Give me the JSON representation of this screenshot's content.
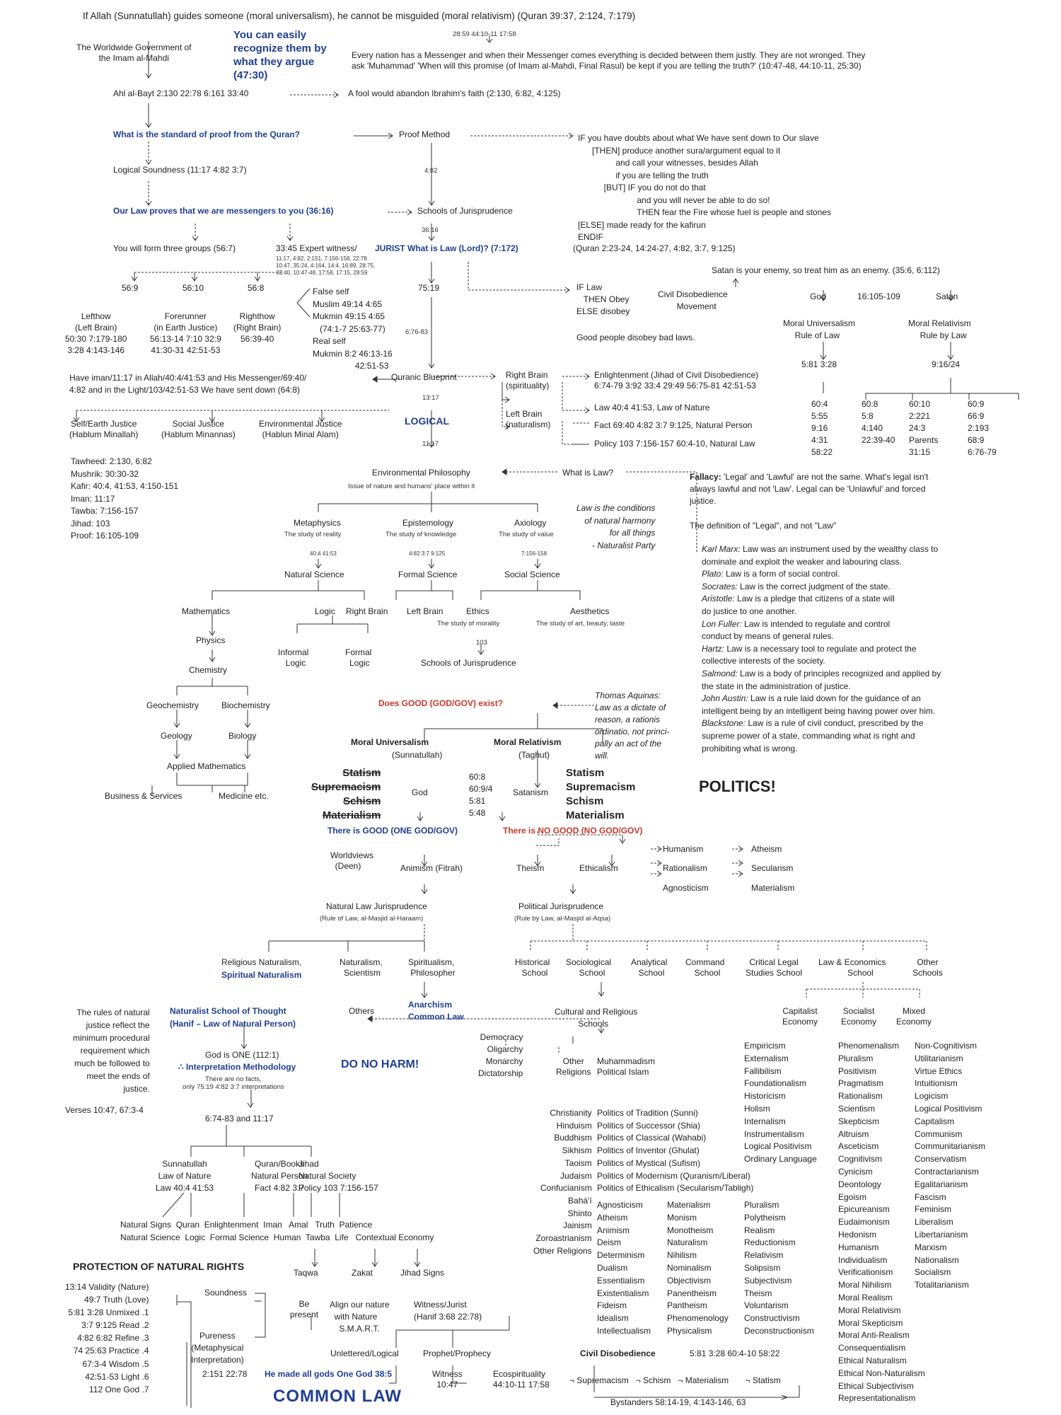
{
  "top": {
    "header": "If Allah (Sunnatullah) guides someone (moral universalism), he cannot be misguided (moral relativism) (Quran 39:37, 2:124, 7:179)",
    "gov": "The Worldwide Government of\nthe Imam al-Mahdi",
    "recognize": "You can easily\nrecognize them by\nwhat they argue\n(47:30)",
    "refs_small": "28:59 44:10-11 17:58",
    "messenger": "Every nation has a Messenger and when their Messenger comes everything is decided between them justly. They are not wronged. They\nask 'Muhammad' 'When will this promise (of Imam al-Mahdi, Final Rasul) be kept if you are telling the truth?' (10:47-48, 44:10-11, 25:30)",
    "ahl": "Ahl al-Bayt 2:130 22:78 6:161 33:40",
    "fool": "A fool would abandon Ibrahim's faith (2:130, 6:82, 4:125)",
    "standard": "What is the standard of proof from the Quran?",
    "proof": "Proof Method",
    "ifblock": "IF you have doubts about what We have sent down to Our slave\n      [THEN] produce another sura/argument equal to it\n                and call your witnesses, besides Allah\n                if you are telling the truth\n           [BUT] IF you do not do that\n                         and you will never be able to do so!\n                         THEN fear the Fire whose fuel is people and stones\n[ELSE] made ready for the kafirun\nENDIF",
    "logical": "Logical Soundness (11:17 4:82 3:7)",
    "r482": "4:82",
    "ourlaw": "Our Law proves that we are messengers to you (36:16)",
    "schools": "Schools of Jurisprudence",
    "r3616": "36:16",
    "groups": "You will form three groups (56:7)",
    "expert": "33:45 Expert witness/",
    "jurist": "JURIST What is Law (Lord)? (7:172)",
    "quran_refs": "(Quran 2:23-24, 14:24-27, 4:82, 3:7, 9:125)",
    "small_refs": "11:17, 4:82, 2:151, 7:156-158, 22:78\n10:47, 35:24, 4:164, 14:4, 16:89, 28:75,\n33:40, 10:47-48, 17:58, 17:15, 28:59",
    "satan": "Satan is your enemy, so treat him as an enemy. (35:6, 6:112)"
  },
  "left": {
    "g569": "56:9",
    "g5610": "56:10",
    "g568": "56:8",
    "lefthow": "Lefthow\n(Left Brain)\n50:30 7:179-180\n3:28 4:143-146",
    "forerunner": "Forerunner\n(in Earth Justice)\n56:13-14 7:10 32:9\n41:30-31 42:51-53",
    "righthow": "Righthow\n(Right Brain)\n56:39-40",
    "falseself": "False self\nMuslim 49:14 4:65\nMukmin 49:15 4:65\n   (74:1-7 25:63-77)\nReal self\nMukmin 8:2 46:13-16\n                  42:51-53",
    "r676": "6:76-83",
    "r7519": "75:19",
    "haveiman": "Have iman/11:17 in Allah/40:4/41:53 and His Messenger/69:40/\n4:82 and in the Light/103/42:51-53 We have sent down (64:8)",
    "blueprint": "Quranic Blueprint",
    "r1317": "13:17",
    "logicalword": "LOGICAL",
    "r1117": "11:17",
    "self": "Self/Earth Justice\n(Hablum Minallah)",
    "social": "Social Justice\n(Hablum Minannas)",
    "env": "Environmental Justice\n(Hablun Minal Alam)",
    "tawheed": "Tawheed: 2:130, 6:82\nMushrik: 30:30-32\nKafir: 40:4, 41:53, 4:150-151\nIman: 11:17\nTawba: 7:156-157\nJihad: 103\nProof: 16:105-109"
  },
  "rightbrain": {
    "iflaw": "IF Law\n   THEN Obey\nELSE disobey",
    "civil": "Civil Disobedience\n        Movement",
    "good": "Good people disobey bad laws.",
    "rb": "Right Brain\n(spirituality)",
    "lb": "Left Brain\n(naturalism)",
    "enl": "Enlightenment (Jihad of Civil Disobedience)\n6:74-79 3:92 33:4 29:49 56:75-81 42:51-53",
    "law": "Law 40:4 41:53, Law of Nature",
    "fact": "Fact 69:40 4:82 3:7 9:125, Natural Person",
    "policy": "Policy 103 7:156-157 60:4-10, Natural Law",
    "god": "God",
    "ref16": "16:105-109",
    "satanw": "Satan",
    "moraluni": "Moral Universalism\n     Rule of Law",
    "moralrel": "Moral Relativism\n     Rule by Law",
    "r581": "5:81 3:28",
    "r916": "9:16/24",
    "col1": "60:4\n5:55\n9:16\n4:31\n58:22",
    "col2": "60:8\n5:8\n4:140\n22:39-40",
    "col3": "60:10\n2:221\n24:3\nParents\n31:15",
    "col4": "60:9\n66:9\n2:193\n68:9\n6:76-79"
  },
  "mid": {
    "envphil": "Environmental Philosophy",
    "issue": "Issue of nature and humans' place within it",
    "whatislaw": "What is Law?",
    "lawcond": "Law is the conditions\n   of natural harmony\n          for all things\n    - Naturalist Party",
    "meta": "Metaphysics",
    "metas": "The study of reality",
    "metar": "40:4 41:53",
    "epis": "Epistemology",
    "episs": "The study of knowledge",
    "episr": "4:82 3:7 9:125",
    "axio": "Axiology",
    "axios": "The study of value",
    "axior": "7:156-158",
    "ns": "Natural Science",
    "fs": "Formal Science",
    "ss": "Social Science",
    "math": "Mathematics",
    "logic": "Logic",
    "rbrain": "Right Brain",
    "lbrain": "Left Brain",
    "ethics": "Ethics",
    "ethicss": "The study of morality",
    "aesth": "Aesthetics",
    "aesths": "The study of art, beauty, taste",
    "physics": "Physics",
    "informal": "Informal\n  Logic",
    "formal": "Formal\n Logic",
    "r103": "103",
    "chem": "Chemistry",
    "sjur": "Schools of Jurisprudence",
    "geo": "Geochemistry",
    "bio": "Biochemistry",
    "geol": "Geology",
    "biol": "Biology",
    "applied": "Applied Mathematics",
    "biz": "Business & Services",
    "med": "Medicine etc.",
    "doesgood": "Does GOOD (GOD/GOV) exist?",
    "aquinas": "Thomas Aquinas:\nLaw as a dictate of\nreason, a rationis\nordinatio, not princi-\npally an act of the\nwill.",
    "mu": "Moral Universalism",
    "mus": "(Sunnatullah)",
    "mr": "Moral Relativism",
    "mrs": "(Taghut)",
    "st1": "Statism\nSupremacism\nSchism\nMaterialism",
    "godw": "God",
    "refs608": "60:8\n60:9/4\n5:81\n5:48",
    "satanism": "Satanism",
    "st2": "Statism\nSupremacism\nSchism\nMaterialism",
    "politics": "POLITICS!",
    "isgood": "There is GOOD (ONE GOD/GOV)",
    "nogood": "There is NO GOOD (NO GOD/GOV)",
    "worldviews": "Worldviews\n  (Deen)",
    "animism": "Animism (Fitrah)",
    "theism": "Theism",
    "ethicalism": "Ethicalism",
    "humanism": "Humanism",
    "rationalism": "Rationalism",
    "agnost": "Agnosticism",
    "atheism": "Atheism",
    "secular": "Secularism",
    "mater": "Materialism",
    "nlj": "Natural Law Jurisprudence",
    "nljs": "(Rule of Law, al-Masjid al-Haraam)",
    "pj": "Political Jurisprudence",
    "pjs": "(Rule by Law, al-Masjid al-Aqsa)",
    "relnat": "Religious Naturalism,",
    "spirnat": "Spiritual Naturalism",
    "natsci": "Naturalism,\n Scientism",
    "spirit": "Spiritualism,\n Philosopher",
    "hist": "Historical\n  School",
    "socio": "Sociological\n   School",
    "analy": "Analytical\n  School",
    "command": "Command\n  School",
    "critical": "Critical Legal\nStudies School",
    "lawecon": "Law & Economics\n       School",
    "other": "Other\nSchools",
    "anarchism": "Anarchism\nCommon Law",
    "cultural": "Cultural and Religious\n          Schools",
    "capital": "Capitalist\nEconomy",
    "socialist": "Socialist\nEconomy",
    "mixed": "Mixed\nEconomy"
  },
  "lower": {
    "rules": "The rules of natural\n justice reflect the\nminimum procedural\n requirement which\nmuch be followed to\nmeet the ends of\n          justice.",
    "nst": "Naturalist School of Thought",
    "hanif": "(Hanif – Law of Natural Person)",
    "others": "Others",
    "godone": "God is ONE (112:1)",
    "interp": "∴ Interpretation Methodology",
    "nofacts": "There are no facts,\nonly 75:19 4:82 3:7 interpretations",
    "donoharm": "DO NO HARM!",
    "verses": "Verses 10:47, 67:3-4",
    "r674": "6:74-83 and 11:17",
    "sunna": "Sunnatullah\nLaw of Nature\nLaw 40:4 41:53",
    "qbooks": "Quran/Books\nNatural Person\nFact 4:82 3:7",
    "jihad": "Jihad\nNatural Society\nPolicy 103 7:156-157",
    "signs": "Natural Signs  Quran  Enlightenment  Iman   Amal   Truth  Patience\nNatural Science  Logic  Formal Science  Human  Tawba  Life   Contextual Economy",
    "protection": "PROTECTION OF NATURAL RIGHTS",
    "rights": "13:14 Validity (Nature)\n49:7 Truth (Love)\n5:81 3:28 Unmixed .1\n3:7 9:125 Read .2\n4:82 6:82 Refine .3\n74 25:63 Practice .4\n67:3-4 Wisdom .5\n42:51-53 Light .6\n112 One God .7",
    "soundness": "Soundness",
    "pureness": "Pureness\n(Metaphysical\nInterpretation)",
    "r2151": "2:151 22:78",
    "madeall": "He made all gods One God 38:5",
    "commonlaw": "COMMON LAW",
    "taqwa": "Taqwa",
    "zakat": "Zakat",
    "jihadsigns": "Jihad Signs",
    "bepresent": "Be\npresent",
    "align": "Align our nature\n  with Nature\n    S.M.A.R.T.",
    "witness": "Witness/Jurist\n(Hanif 3:68 22:78)",
    "unlettered": "Unlettered/Logical",
    "prophet": "Prophet/Prophecy",
    "witness2": "Witness\n10:47",
    "ecospir": "Ecospirituality\n44:10-11 17:58"
  },
  "religion": {
    "democ": "Democracy\n  Oligarchy\n  Monarchy\nDictatorship",
    "otherrel": "Other\nReligions",
    "muham": "Muhammadism\nPolitical Islam",
    "faiths": "Christianity\n     Hinduism\n     Buddhism\n          Sikhism\n          Taoism\n           Judaism\n   Confucianism\n               Bahá'í\n               Shinto\n               Jainism\n  Zoroastrianism\n Other Religions",
    "politics": "Politics of Tradition (Sunni)\nPolitics of Successor (Shia)\nPolitics of Classical (Wahabi)\nPolitics of Inventor (Ghulat)\nPolitics of Mystical (Sufism)\nPolitics of Modernism (Quranism/Liberal)\nPolitics of Ethicalism (Secularism/Tabligh)",
    "isms1": "Agnosticism\nAtheism\nAnimism\nDeism\nDeterminism\nDualism\nEssentialism\nExistentialism\nFideism\nIdealism\nIntellectualism",
    "isms2": "Materialism\nMonism\nMonotheism\nNaturalism\nNihilism\nNominalism\nObjectivism\nPanentheism\nPantheism\nPhenomenology\nPhysicalism",
    "isms3": "Pluralism\nPolytheism\nRealism\nReductionism\nRelativism\nSolipsism\nSubjectivism\nTheism\nVoluntarism\nConstructivism\nDeconstructionism",
    "epis": "Empiricism\nExternalism\nFallibilism\nFoundationalism\nHistoricism\nHolism\nInternalism\nInstrumentalism\nLogical Positivism\nOrdinary Language",
    "col5": "Phenomenalism\nPluralism\nPositivism\nPragmatism\nRationalism\nScientism\nSkepticism\nAltruism\nAsceticism\nCognitivism\nCynicism\nDeontology\nEgoism\nEpicureanism\nEudaimonism\nHedonism\nHumanism\nIndividualism\nVerificationism\nMoral Nihilism\nMoral Realism\nMoral Relativism\nMoral Skepticism\nMoral Anti-Realism\nConsequentialism\nEthical Naturalism\nEthical Non-Naturalism\nEthical Subjectivism\nRepresentationalism",
    "col6": "Non-Cognitivism\nUtilitarianism\nVirtue Ethics\nIntuitionism\nLogicism\nLogical Positivism\nCapitalism\nCommunism\nCommunitarianism\nConservatism\nContractarianism\nEgalitarianism\nFascism\nFeminism\nLiberalism\nLibertarianism\nMarxism\nNationalism\nSocialism\nTotalitarianism",
    "civildis": "Civil Disobedience",
    "civilrefs": "5:81 3:28 60:4-10 58:22",
    "negs": "¬ Supremacism   ¬ Schism   ¬ Materialism       ¬ Statism",
    "bystanders": "Bystanders 58:14-19, 4:143-146, 63"
  },
  "fallacy": {
    "title": "Fallacy:",
    "body": " 'Legal' and 'Lawful' are not the same. What's legal isn't\nalways lawful and not 'Law'. Legal can be 'Unlawful' and forced\njustice.",
    "def": "The definition of \"Legal\", and not \"Law\"",
    "items": [
      {
        "who": "Karl Marx:",
        "what": " Law was an instrument used by the wealthy class to\ndominate and exploit the weaker and labouring class."
      },
      {
        "who": "Plato:",
        "what": " Law is a form of social control."
      },
      {
        "who": "Socrates:",
        "what": " Law is the correct judgment of the state."
      },
      {
        "who": "Aristotle:",
        "what": " Law is a pledge that citizens of a state will\ndo justice to one another."
      },
      {
        "who": "Lon Fuller:",
        "what": " Law is intended to regulate and control\nconduct by means of general rules."
      },
      {
        "who": "Hartz:",
        "what": " Law is a necessary tool to regulate and protect the\ncollective interests of the society."
      },
      {
        "who": "Salmond:",
        "what": " Law is a body of principles recognized and applied by\nthe state in the administration of justice."
      },
      {
        "who": "John Austin:",
        "what": " Law is a rule laid down for the guidance of an\nintelligent being by an intelligent being having power over him."
      },
      {
        "who": "Blackstone:",
        "what": " Law is a rule of civil conduct, prescribed by the\nsupreme power of a state, commanding what is right and\nprohibiting what is wrong."
      }
    ]
  }
}
